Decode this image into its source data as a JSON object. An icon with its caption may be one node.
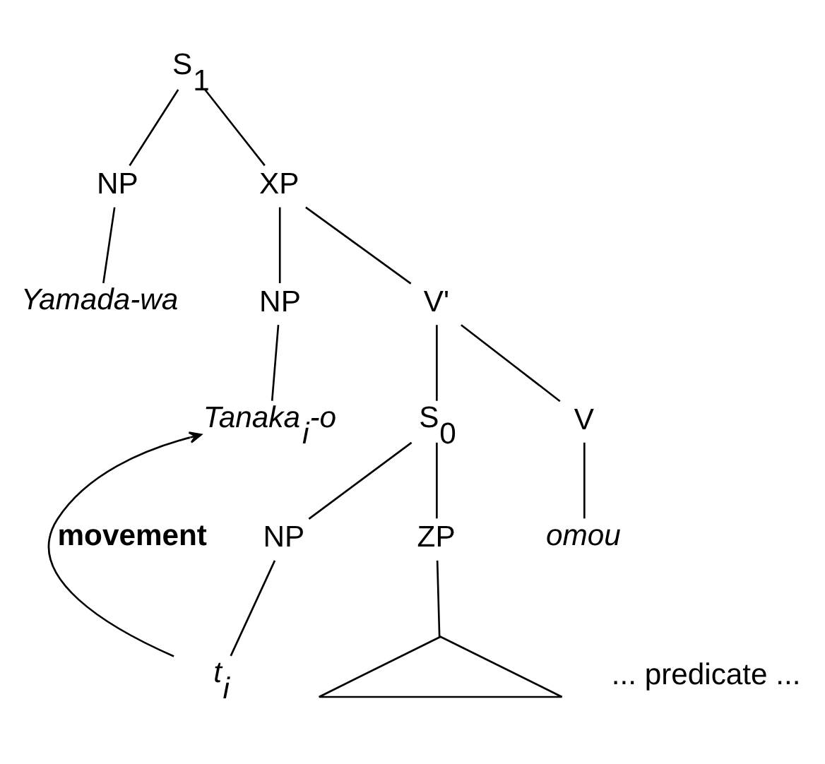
{
  "diagram": {
    "nodes": [
      {
        "text": [
          "S$_{1}$"
        ]
      },
      {
        "text": [
          "NP"
        ]
      },
      {
        "text": [
          "XP"
        ]
      },
      {
        "text": [
          "Yamada-wa"
        ]
      },
      {
        "text": [
          "NP"
        ]
      },
      {
        "text": [
          "V'"
        ]
      },
      {
        "text": [
          "Tanaka$_{i}$-o"
        ]
      },
      {
        "text": [
          "S$_{0}$"
        ]
      },
      {
        "text": [
          "V"
        ]
      },
      {
        "text": [
          "NP"
        ]
      },
      {
        "text": [
          "ZP"
        ]
      },
      {
        "text": [
          "omou"
        ]
      },
      {
        "text": [
          "t$_{i}$"
        ]
      },
      {
        "text": [],
        "shape": "triangle",
        "beside": [
          "... predicate ..."
        ]
      }
    ],
    "edges": [
      {
        "from": 0,
        "to": 1,
        "arrow": "none"
      },
      {
        "from": 0,
        "to": 2,
        "arrow": "none"
      },
      {
        "from": 1,
        "to": 3,
        "arrow": "none"
      },
      {
        "from": 2,
        "to": 4,
        "arrow": "none"
      },
      {
        "from": 2,
        "to": 5,
        "arrow": "none"
      },
      {
        "from": 4,
        "to": 6,
        "arrow": "none"
      },
      {
        "from": 5,
        "to": 7,
        "arrow": "none"
      },
      {
        "from": 5,
        "to": 8,
        "arrow": "none"
      },
      {
        "from": 7,
        "to": 9,
        "arrow": "none"
      },
      {
        "from": 7,
        "to": 10,
        "arrow": "none"
      },
      {
        "from": 8,
        "to": 11,
        "arrow": "none"
      },
      {
        "from": 9,
        "to": 12,
        "arrow": "none"
      },
      {
        "from": 10,
        "to": 13,
        "arrow": "none"
      },
      {
        "from": 12,
        "to": 6,
        "arrow": "to",
        "label": "movement"
      }
    ]
  }
}
